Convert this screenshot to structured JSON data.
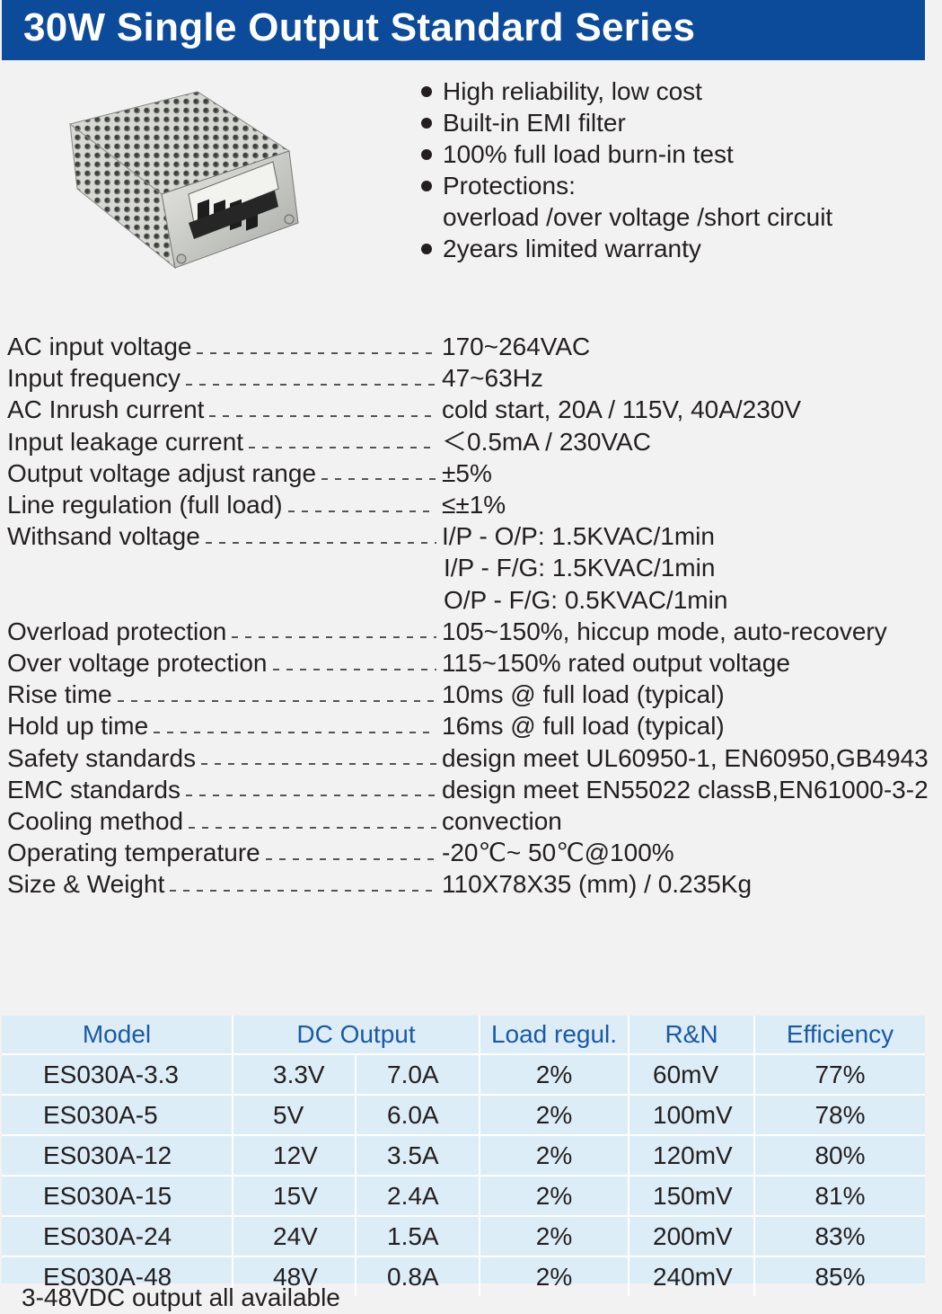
{
  "header": {
    "title": "30W  Single Output Standard Series"
  },
  "features": [
    "High reliability, low cost",
    "Built-in EMI filter",
    "100% full load burn-in test",
    "Protections:",
    "overload /over voltage /short circuit",
    "2years limited warranty"
  ],
  "specs": [
    {
      "label": "AC input voltage",
      "value": "170~264VAC"
    },
    {
      "label": "Input frequency",
      "value": "47~63Hz"
    },
    {
      "label": "AC Inrush current",
      "value": "cold start, 20A / 115V, 40A/230V"
    },
    {
      "label": "Input leakage current",
      "value": "＜0.5mA / 230VAC"
    },
    {
      "label": "Output voltage adjust range",
      "value": "±5%"
    },
    {
      "label": "Line regulation (full load)",
      "value": "≤±1%"
    },
    {
      "label": "Withsand voltage",
      "value": "I/P - O/P: 1.5KVAC/1min",
      "more": [
        "I/P - F/G: 1.5KVAC/1min",
        "O/P - F/G: 0.5KVAC/1min"
      ]
    },
    {
      "label": "Overload protection",
      "value": "105~150%, hiccup mode, auto-recovery"
    },
    {
      "label": "Over voltage protection",
      "value": "115~150% rated output voltage"
    },
    {
      "label": "Rise time",
      "value": "10ms @ full load (typical)"
    },
    {
      "label": "Hold up time",
      "value": "16ms @ full load (typical)"
    },
    {
      "label": "Safety standards",
      "value": "design meet UL60950-1, EN60950,GB4943"
    },
    {
      "label": "EMC standards",
      "value": "design meet EN55022 classB,EN61000-3-2"
    },
    {
      "label": "Cooling method",
      "value": "convection"
    },
    {
      "label": "Operating temperature",
      "value": "-20℃~ 50℃@100%"
    },
    {
      "label": "Size & Weight",
      "value": "110X78X35 (mm)  /  0.235Kg"
    }
  ],
  "table": {
    "headers": [
      "Model",
      "DC Output",
      "Load regul.",
      "R&N",
      "Efficiency"
    ],
    "rows": [
      [
        "ES030A-3.3",
        "3.3V",
        "7.0A",
        "2%",
        "60mV",
        "77%"
      ],
      [
        "ES030A-5",
        "5V",
        "6.0A",
        "2%",
        "100mV",
        "78%"
      ],
      [
        "ES030A-12",
        "12V",
        "3.5A",
        "2%",
        "120mV",
        "80%"
      ],
      [
        "ES030A-15",
        "15V",
        "2.4A",
        "2%",
        "150mV",
        "81%"
      ],
      [
        "ES030A-24",
        "24V",
        "1.5A",
        "2%",
        "200mV",
        "83%"
      ],
      [
        "ES030A-48",
        "48V",
        "0.8A",
        "2%",
        "240mV",
        "85%"
      ]
    ]
  },
  "footnote": "3-48VDC output all available",
  "colors": {
    "header_bg": "#0b4b9a",
    "table_bg": "#dcedf7",
    "header_text": "#1a5aa6"
  }
}
